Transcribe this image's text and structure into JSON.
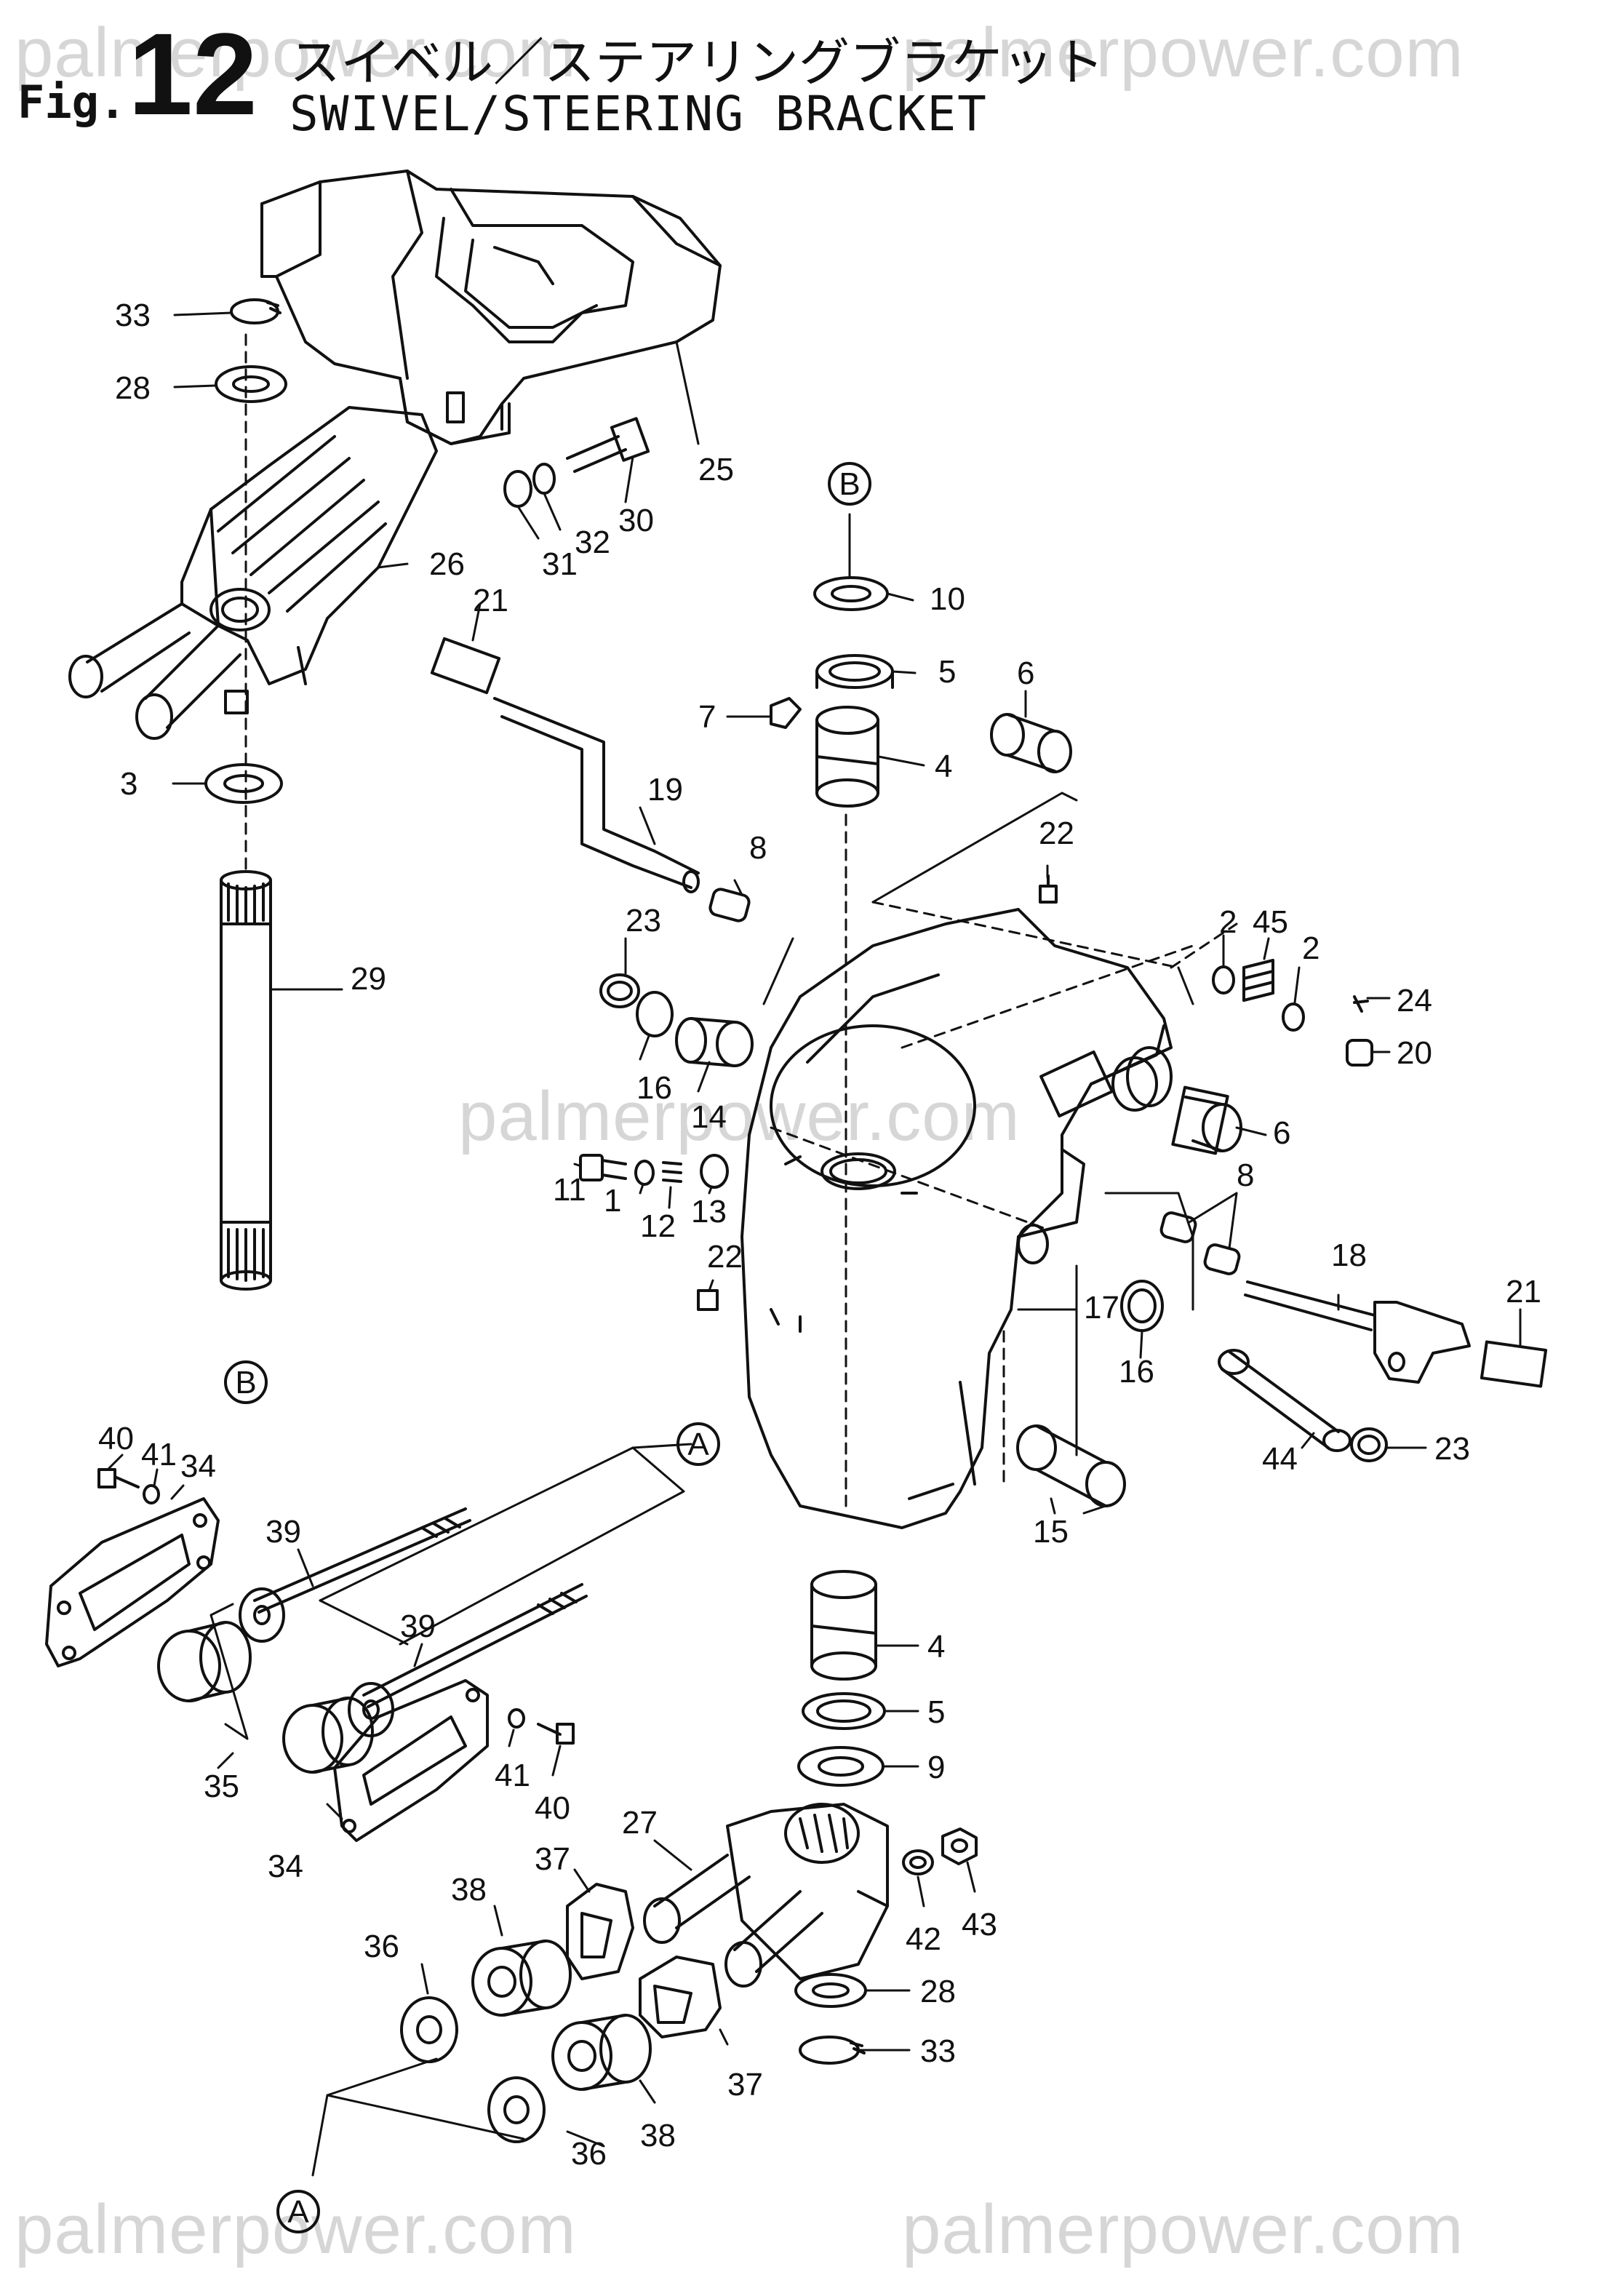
{
  "header": {
    "fig_label": "Fig.",
    "fig_number": "12",
    "title_ja": "スイベル／ステアリングブラケット",
    "title_en": "SWIVEL/STEERING BRACKET"
  },
  "watermark": "palmerpower.com",
  "colors": {
    "line": "#111111",
    "watermark": "#d6d6d6",
    "background": "#ffffff"
  },
  "callouts": [
    {
      "key": "c33a",
      "text": "33"
    },
    {
      "key": "c28a",
      "text": "28"
    },
    {
      "key": "c25",
      "text": "25"
    },
    {
      "key": "c31",
      "text": "31"
    },
    {
      "key": "c32",
      "text": "32"
    },
    {
      "key": "c30",
      "text": "30"
    },
    {
      "key": "c26",
      "text": "26"
    },
    {
      "key": "c3",
      "text": "3"
    },
    {
      "key": "c29",
      "text": "29"
    },
    {
      "key": "cBtop",
      "text": "B"
    },
    {
      "key": "cBbot",
      "text": "B"
    },
    {
      "key": "c10",
      "text": "10"
    },
    {
      "key": "c5a",
      "text": "5"
    },
    {
      "key": "c7",
      "text": "7"
    },
    {
      "key": "c4a",
      "text": "4"
    },
    {
      "key": "c6a",
      "text": "6"
    },
    {
      "key": "c21a",
      "text": "21"
    },
    {
      "key": "c19",
      "text": "19"
    },
    {
      "key": "c8a",
      "text": "8"
    },
    {
      "key": "c22a",
      "text": "22"
    },
    {
      "key": "c23a",
      "text": "23"
    },
    {
      "key": "c16a",
      "text": "16"
    },
    {
      "key": "c14",
      "text": "14"
    },
    {
      "key": "c2a",
      "text": "2"
    },
    {
      "key": "c45",
      "text": "45"
    },
    {
      "key": "c2b",
      "text": "2"
    },
    {
      "key": "c24",
      "text": "24"
    },
    {
      "key": "c20",
      "text": "20"
    },
    {
      "key": "c6b",
      "text": "6"
    },
    {
      "key": "c11",
      "text": "11"
    },
    {
      "key": "c1",
      "text": "1"
    },
    {
      "key": "c12",
      "text": "12"
    },
    {
      "key": "c13",
      "text": "13"
    },
    {
      "key": "c22b",
      "text": "22"
    },
    {
      "key": "c8b",
      "text": "8"
    },
    {
      "key": "c18",
      "text": "18"
    },
    {
      "key": "c21b",
      "text": "21"
    },
    {
      "key": "c17",
      "text": "17"
    },
    {
      "key": "c16b",
      "text": "16"
    },
    {
      "key": "c44",
      "text": "44"
    },
    {
      "key": "c23b",
      "text": "23"
    },
    {
      "key": "c15",
      "text": "15"
    },
    {
      "key": "cAtop",
      "text": "A"
    },
    {
      "key": "cAbot",
      "text": "A"
    },
    {
      "key": "c40a",
      "text": "40"
    },
    {
      "key": "c41a",
      "text": "41"
    },
    {
      "key": "c34a",
      "text": "34"
    },
    {
      "key": "c39a",
      "text": "39"
    },
    {
      "key": "c39b",
      "text": "39"
    },
    {
      "key": "c35",
      "text": "35"
    },
    {
      "key": "c41b",
      "text": "41"
    },
    {
      "key": "c40b",
      "text": "40"
    },
    {
      "key": "c34b",
      "text": "34"
    },
    {
      "key": "c4b",
      "text": "4"
    },
    {
      "key": "c5b",
      "text": "5"
    },
    {
      "key": "c9",
      "text": "9"
    },
    {
      "key": "c27",
      "text": "27"
    },
    {
      "key": "c42",
      "text": "42"
    },
    {
      "key": "c43",
      "text": "43"
    },
    {
      "key": "c28b",
      "text": "28"
    },
    {
      "key": "c33b",
      "text": "33"
    },
    {
      "key": "c37a",
      "text": "37"
    },
    {
      "key": "c38a",
      "text": "38"
    },
    {
      "key": "c36a",
      "text": "36"
    },
    {
      "key": "c37b",
      "text": "37"
    },
    {
      "key": "c38b",
      "text": "38"
    },
    {
      "key": "c36b",
      "text": "36"
    }
  ]
}
